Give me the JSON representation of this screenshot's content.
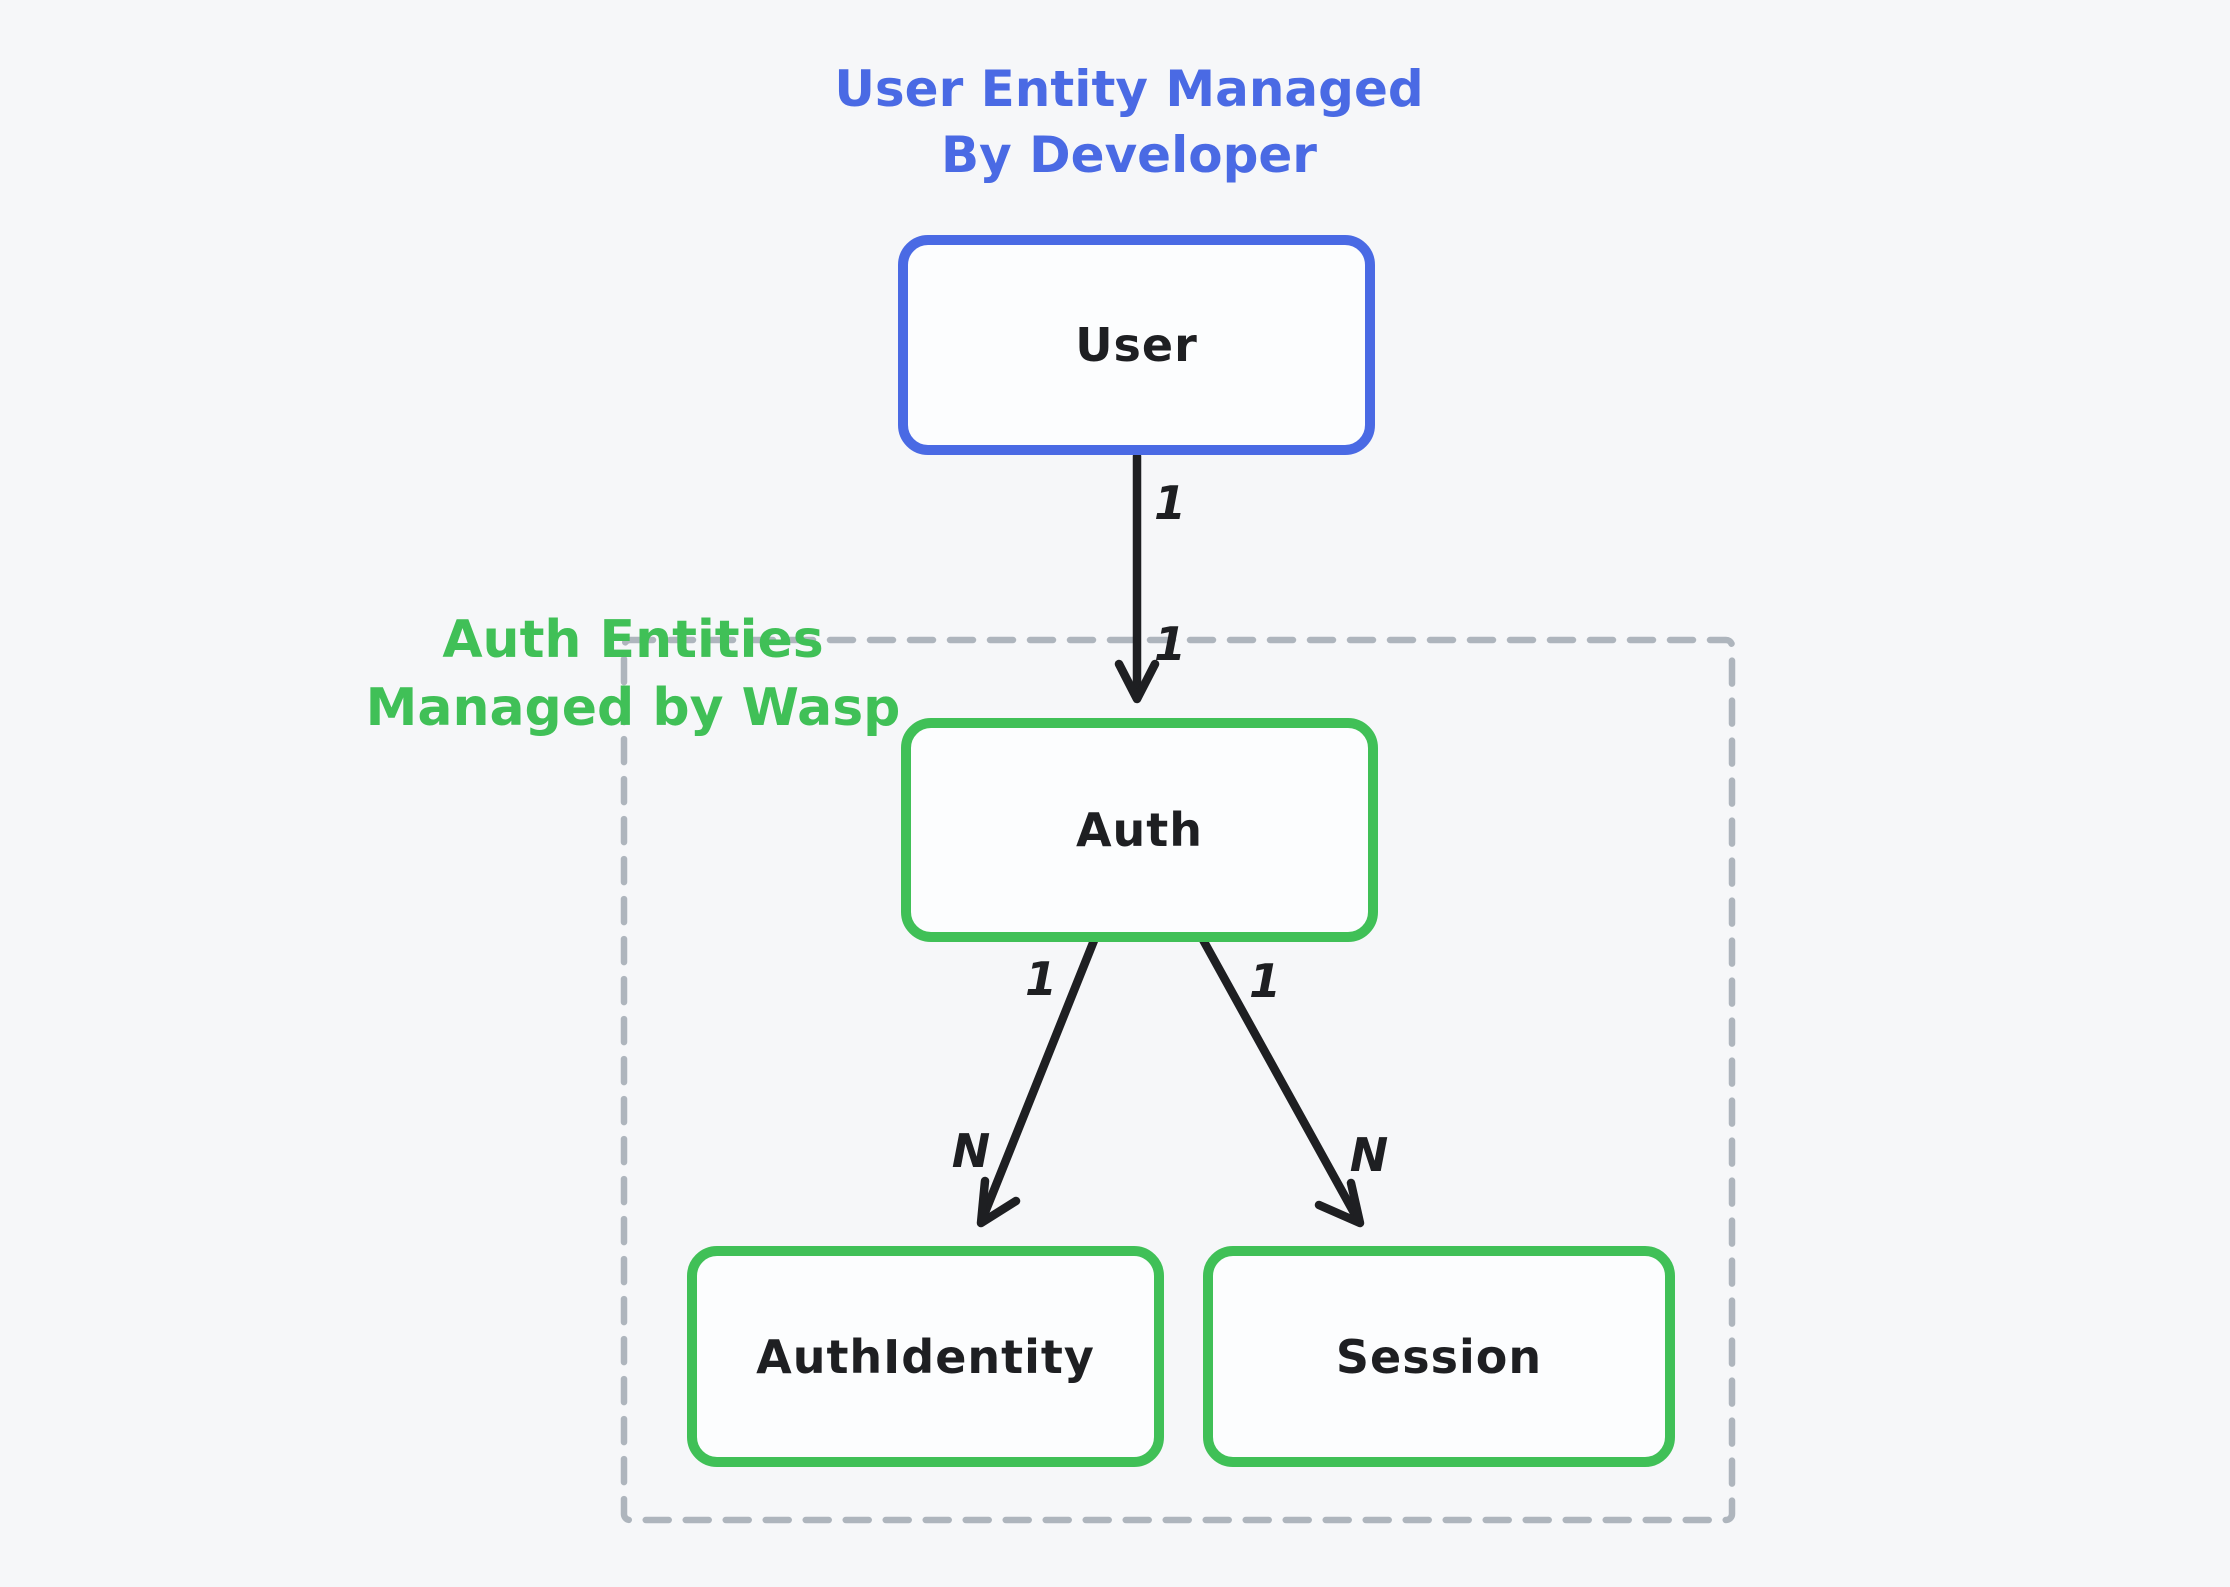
{
  "diagram": {
    "title": {
      "line1": "User Entity Managed",
      "line2": "By Developer"
    },
    "region_label": {
      "line1": "Auth Entities",
      "line2": "Managed by Wasp"
    },
    "nodes": {
      "user": {
        "label": "User"
      },
      "auth": {
        "label": "Auth"
      },
      "auth_identity": {
        "label": "AuthIdentity"
      },
      "session": {
        "label": "Session"
      }
    },
    "edges": {
      "user_to_auth": {
        "source_card": "1",
        "target_card": "1"
      },
      "auth_to_auth_identity": {
        "source_card": "1",
        "target_card": "N"
      },
      "auth_to_session": {
        "source_card": "1",
        "target_card": "N"
      }
    },
    "colors": {
      "blue": "#4a6ae4",
      "green": "#40c057",
      "dash_gray": "#aeb5bd",
      "ink": "#1e1f22",
      "node_fill": "#fcfdfe",
      "background": "#f6f7f9"
    }
  }
}
